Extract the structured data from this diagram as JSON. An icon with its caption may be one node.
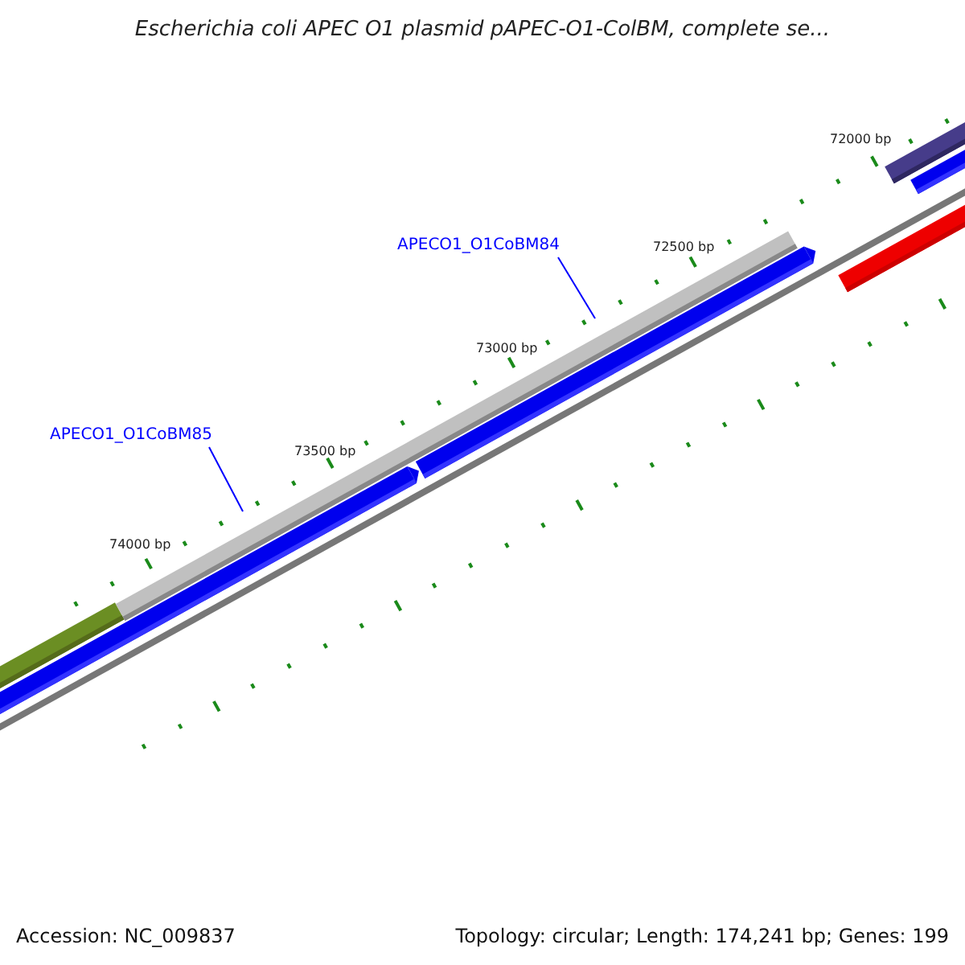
{
  "diagram": {
    "title": "Escherichia coli APEC O1 plasmid pAPEC-O1-ColBM, complete se...",
    "nodes": [
      {
        "text": [
          "APECO1_O1CoBM85"
        ]
      },
      {
        "text": [
          "APECO1_O1CoBM84"
        ]
      }
    ],
    "edges": [
      {
        "from": 0,
        "to": null,
        "arrow": "none"
      },
      {
        "from": 1,
        "to": null,
        "arrow": "none"
      }
    ],
    "labels": [
      "72000 bp",
      "72500 bp",
      "73000 bp",
      "73500 bp",
      "74000 bp",
      "Accession: NC_009837",
      "Topology: circular; Length: 174,241 bp; Genes: 199"
    ]
  }
}
